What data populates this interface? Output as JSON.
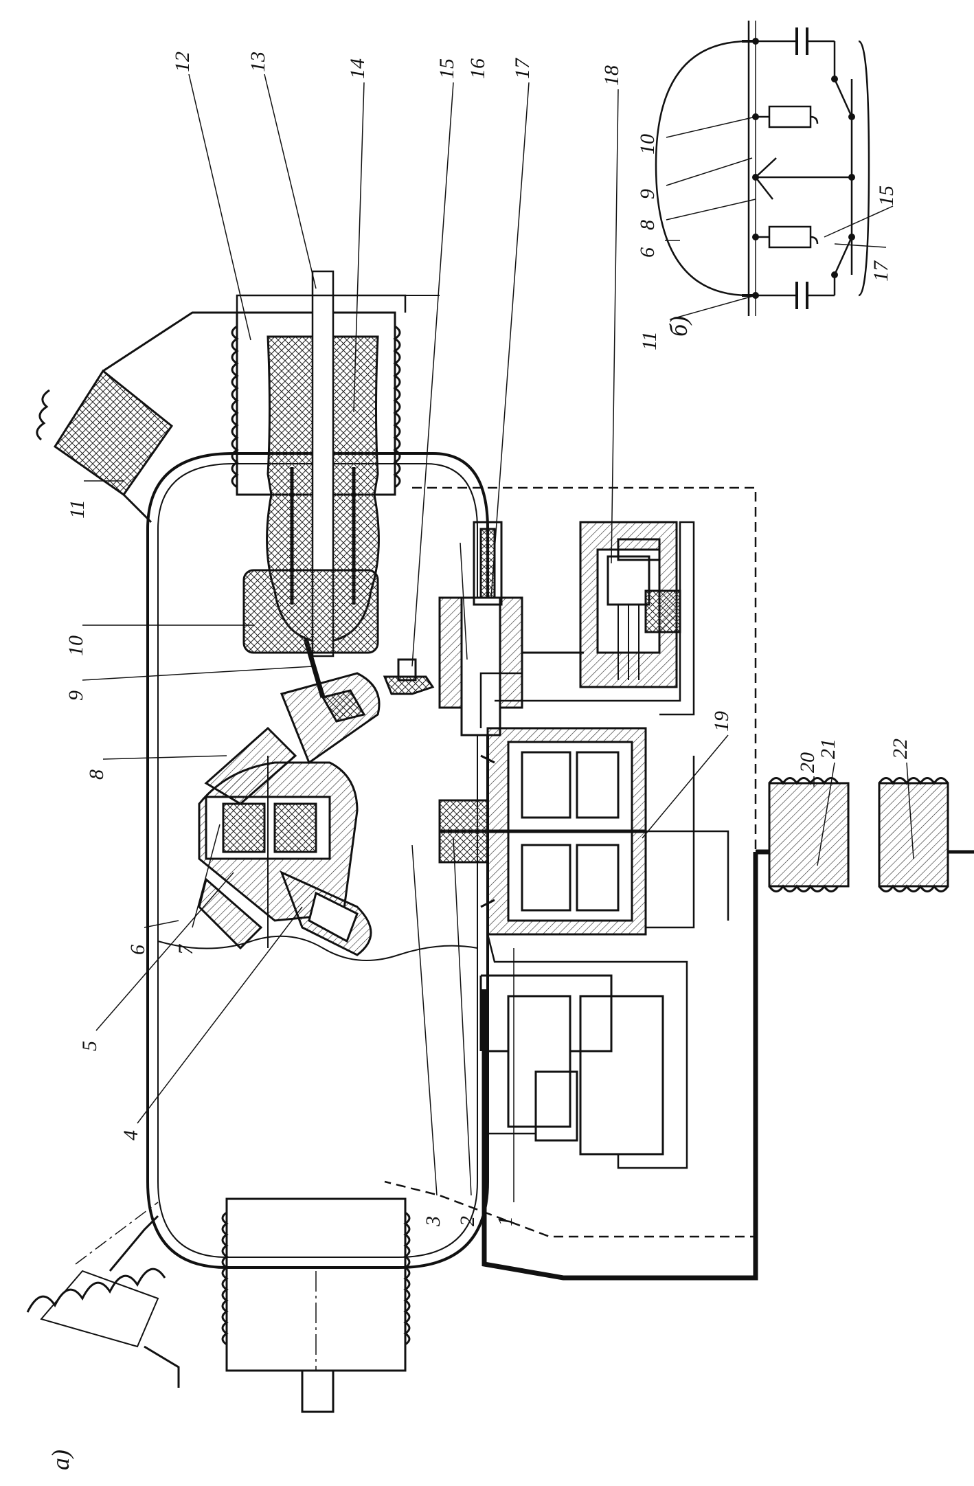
{
  "figure": {
    "part_a_caption": "а)",
    "part_b_caption": "б)"
  },
  "labels": {
    "l1": "1",
    "l2": "2",
    "l3": "3",
    "l4": "4",
    "l5": "5",
    "l6": "6",
    "l7": "7",
    "l8": "8",
    "l9": "9",
    "l10": "10",
    "l11": "11",
    "l12": "12",
    "l13": "13",
    "l14": "14",
    "l15": "15",
    "l16": "16",
    "l17": "17",
    "l18": "18",
    "l19": "19",
    "l20": "20",
    "l21": "21",
    "l22": "22"
  },
  "schematic_labels": {
    "s6": "6",
    "s8": "8",
    "s9": "9",
    "s10": "10",
    "s11": "11",
    "s15": "15",
    "s17": "17"
  }
}
